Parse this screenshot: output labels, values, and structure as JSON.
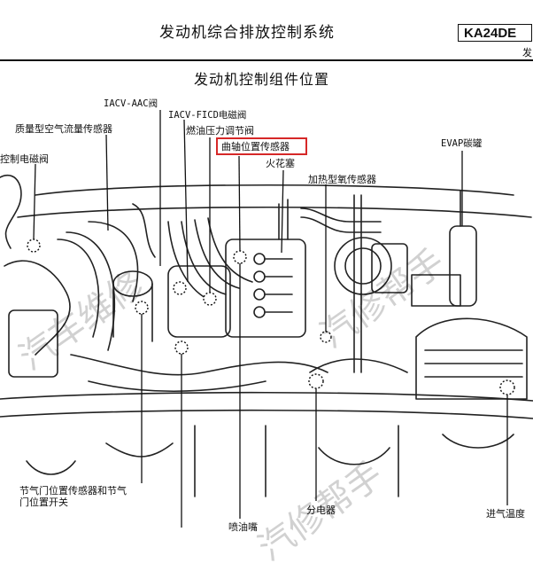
{
  "header": {
    "title": "发动机综合排放控制系统",
    "model_badge": "KA24DE",
    "model_badge_suffix": "发"
  },
  "page_title": "发动机控制组件位置",
  "labels": {
    "iacv_aac": "IACV-AAC阀",
    "iacv_ficd": "IACV-FICD电磁阀",
    "maf_sensor": "质量型空气流量传感器",
    "fuel_pressure_reg": "燃油压力调节阀",
    "crank_sensor": "曲轴位置传感器",
    "spark_plug": "火花塞",
    "evap_canister": "EVAP碳罐",
    "o2_sensor": "加热型氧传感器",
    "control_solenoid": "控制电磁阀",
    "tps_line1": "节气门位置传感器和节气",
    "tps_line2": "门位置开关",
    "injector": "喷油嘴",
    "distributor": "分电器",
    "intake_temp": "进气温度"
  },
  "watermarks": [
    "汽车维修",
    "汽修帮手",
    "汽修帮手"
  ]
}
